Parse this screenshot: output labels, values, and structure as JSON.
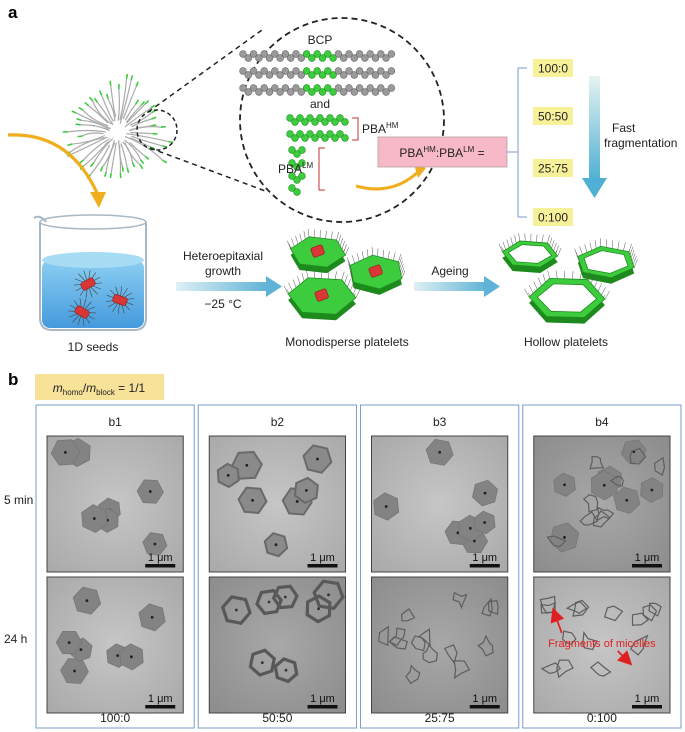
{
  "panel_a": {
    "letter": "a",
    "bcp_label": "BCP",
    "and_label": "and",
    "pba_hm_label": {
      "base": "PBA",
      "sup": "HM"
    },
    "pba_lm_label": {
      "base": "PBA",
      "sup": "LM"
    },
    "ratio_formula": {
      "a": "PBA",
      "a_sup": "HM",
      "sep": ":",
      "b": "PBA",
      "b_sup": "LM",
      "tail": " ="
    },
    "ratios": [
      "100:0",
      "50:50",
      "25:75",
      "0:100"
    ],
    "fast_fragmentation": [
      "Fast",
      "fragmentation"
    ],
    "heteroepitaxial_growth": [
      "Heteroepitaxial",
      "growth"
    ],
    "temperature": "−25 °C",
    "ageing": "Ageing",
    "seeds_label": "1D seeds",
    "monodisperse_label": "Monodisperse platelets",
    "hollow_label": "Hollow platelets"
  },
  "panel_b": {
    "letter": "b",
    "mass_ratio": {
      "m1": "m",
      "m1_sub": "homo",
      "slash": "/",
      "m2": "m",
      "m2_sub": "block",
      "tail": " = 1/1"
    },
    "columns": [
      "b1",
      "b2",
      "b3",
      "b4"
    ],
    "rows": [
      "5 min",
      "24 h"
    ],
    "bottom_labels": [
      "100:0",
      "50:50",
      "25:75",
      "0:100"
    ],
    "scale_bar": "1 μm",
    "annotation": "Fragments of micelles"
  },
  "colors": {
    "green": "#3dcc3d",
    "yellow_box": "#f7f29a",
    "pink_box": "#f7b9c7",
    "arrow_blue": "#5fb3d6",
    "orange_arrow": "#f0ad1e",
    "red": "#e02020"
  }
}
